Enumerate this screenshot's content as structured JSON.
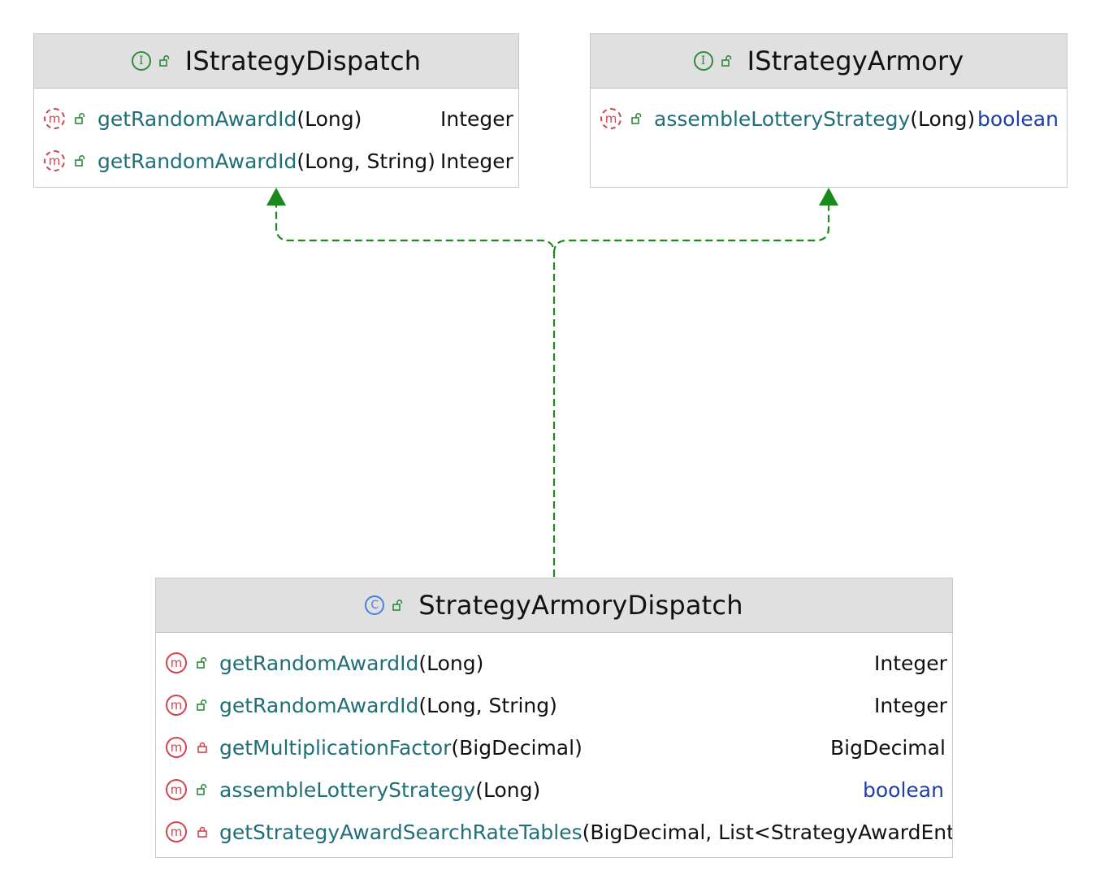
{
  "colors": {
    "header_bg": "#e0e0e0",
    "interface_icon": "#2e8b3a",
    "class_icon": "#4a7fe0",
    "method_icon": "#d0454f",
    "method_name": "#1f6f78",
    "keyword_type": "#1e3ea8",
    "edge": "#1a8a1a"
  },
  "nodes": {
    "dispatch": {
      "kind_icon": "I",
      "title": "IStrategyDispatch",
      "methods": [
        {
          "name": "getRandomAwardId",
          "params": "(Long)",
          "return": "Integer"
        },
        {
          "name": "getRandomAwardId",
          "params": "(Long, String)",
          "return": "Integer"
        }
      ]
    },
    "armory": {
      "kind_icon": "I",
      "title": "IStrategyArmory",
      "methods": [
        {
          "name": "assembleLotteryStrategy",
          "params": "(Long)",
          "return": "boolean"
        }
      ]
    },
    "impl": {
      "kind_icon": "C",
      "title": "StrategyArmoryDispatch",
      "methods": [
        {
          "name": "getRandomAwardId",
          "params": "(Long)",
          "return": "Integer",
          "visibility": "public"
        },
        {
          "name": "getRandomAwardId",
          "params": "(Long, String)",
          "return": "Integer",
          "visibility": "public"
        },
        {
          "name": "getMultiplicationFactor",
          "params": " (BigDecimal)",
          "return": "BigDecimal",
          "visibility": "private"
        },
        {
          "name": "assembleLotteryStrategy",
          "params": "(Long)",
          "return": "boolean",
          "visibility": "public"
        },
        {
          "name": "getStrategyAwardSearchRateTables",
          "params": "(BigDecimal, List<StrategyAwardEntit",
          "return": "",
          "visibility": "private"
        }
      ]
    }
  },
  "edges": [
    {
      "from": "StrategyArmoryDispatch",
      "to": "IStrategyDispatch",
      "type": "implements"
    },
    {
      "from": "StrategyArmoryDispatch",
      "to": "IStrategyArmory",
      "type": "implements"
    }
  ]
}
